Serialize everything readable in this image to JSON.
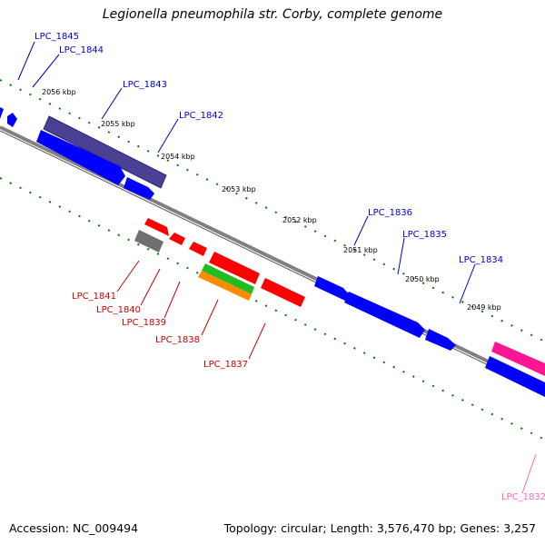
{
  "title": "Legionella pneumophila str. Corby, complete genome",
  "footer": {
    "accession": "Accession: NC_009494",
    "topology": "Topology: circular; Length: 3,576,470 bp; Genes: 3,257"
  },
  "scale_labels": [
    "2056 kbp",
    "2055 kbp",
    "2054 kbp",
    "2053 kbp",
    "2052 kbp",
    "2051 kbp",
    "2050 kbp",
    "2049 kbp"
  ],
  "genes": [
    {
      "id": "LPC_1845",
      "strand": "+",
      "color": "#0000ff"
    },
    {
      "id": "LPC_1844",
      "strand": "+",
      "color": "#0000ff"
    },
    {
      "id": "LPC_1843",
      "strand": "+",
      "color": "#4b4194"
    },
    {
      "id": "LPC_1842",
      "strand": "+",
      "color": "#0000ff"
    },
    {
      "id": "LPC_1841",
      "strand": "-",
      "color": "#808080"
    },
    {
      "id": "LPC_1840",
      "strand": "-",
      "color": "#ff0000"
    },
    {
      "id": "LPC_1839",
      "strand": "-",
      "color": "#ff0000"
    },
    {
      "id": "LPC_1838",
      "strand": "-",
      "color": "#ff0000"
    },
    {
      "id": "LPC_1837",
      "strand": "-",
      "color": "#ff0000"
    },
    {
      "id": "LPC_1836",
      "strand": "+",
      "color": "#0000ff"
    },
    {
      "id": "LPC_1835",
      "strand": "+",
      "color": "#0000ff"
    },
    {
      "id": "LPC_1834",
      "strand": "+",
      "color": "#0000ff"
    },
    {
      "id": "LPC_1832",
      "strand": "+",
      "color": "#ff1493"
    }
  ],
  "colors": {
    "forward_label": "#0000cc",
    "reverse_label": "#cc0000",
    "pink_label": "#ff69b4",
    "backbone": "#808080",
    "tick": "#007700"
  }
}
